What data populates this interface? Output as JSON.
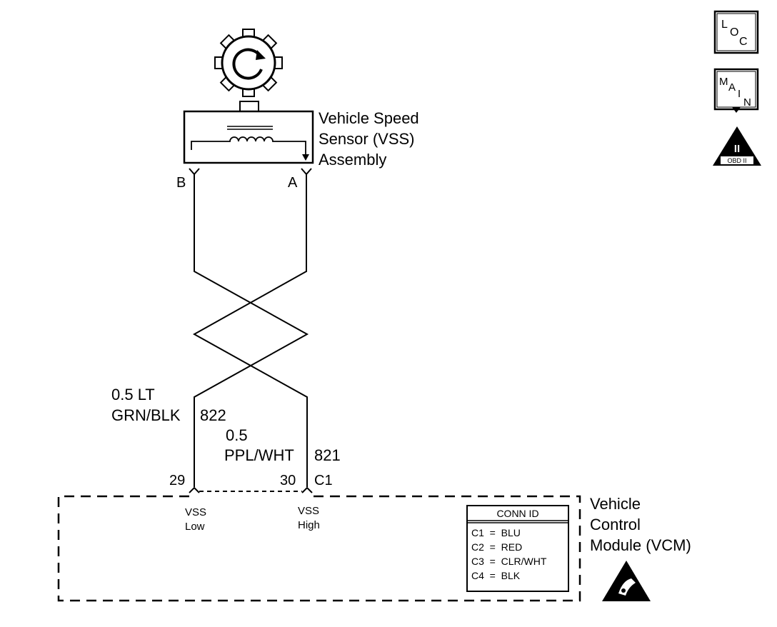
{
  "sensor": {
    "name_line1": "Vehicle Speed",
    "name_line2": "Sensor (VSS)",
    "name_line3": "Assembly",
    "pin_b": "B",
    "pin_a": "A"
  },
  "wires": {
    "low_gauge": "0.5 LT",
    "low_color": "GRN/BLK",
    "low_circuit": "822",
    "high_gauge": "0.5",
    "high_color": "PPL/WHT",
    "high_circuit": "821"
  },
  "connector": {
    "pin_low": "29",
    "pin_high": "30",
    "id": "C1"
  },
  "module": {
    "name_line1": "Vehicle",
    "name_line2": "Control",
    "name_line3": "Module (VCM)",
    "term_low_line1": "VSS",
    "term_low_line2": "Low",
    "term_high_line1": "VSS",
    "term_high_line2": "High"
  },
  "conn_table": {
    "title": "CONN ID",
    "rows": [
      "C1  =  BLU",
      "C2  =  RED",
      "C3  =  CLR/WHT",
      "C4  =  BLK"
    ]
  },
  "icons": {
    "loc_l": "L",
    "loc_o": "O",
    "loc_c": "C",
    "main_m": "M",
    "main_a": "A",
    "main_i": "I",
    "main_n": "N",
    "obd_numeral": "II",
    "obd_text": "OBD II"
  }
}
